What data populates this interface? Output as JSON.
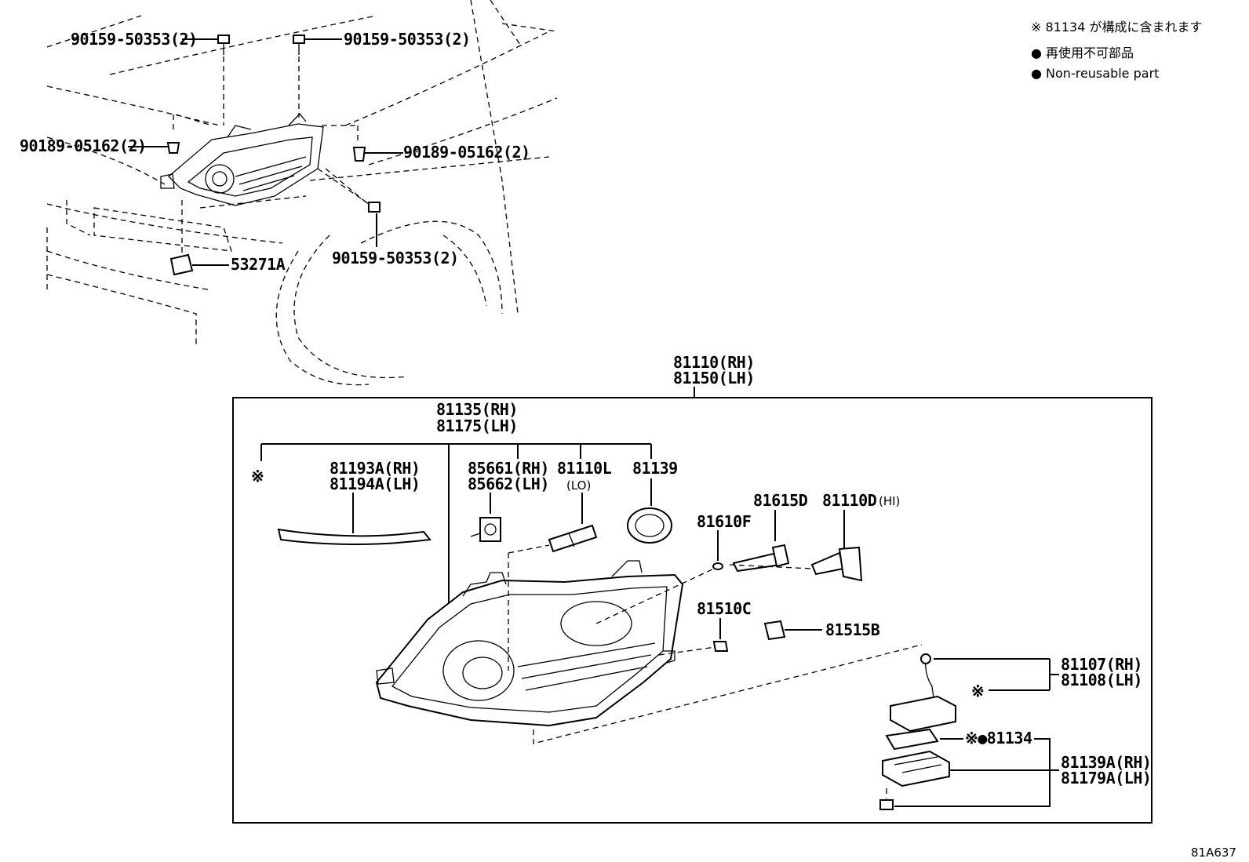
{
  "legend": {
    "note": "※ 81134 が構成に含まれます",
    "non_reusable_jp": "● 再使用不可部品",
    "non_reusable_en": "● Non-reusable part"
  },
  "vehicle_view": {
    "bolt_top_left": "90159-50353(2)",
    "bolt_top_right": "90159-50353(2)",
    "clip_left": "90189-05162(2)",
    "clip_right": "90189-05162(2)",
    "bolt_lower": "90159-50353(2)",
    "retainer": "53271A"
  },
  "assembly": {
    "headlamp_rh": "81110(RH)",
    "headlamp_lh": "81150(LH)",
    "housing_rh": "81135(RH)",
    "housing_lh": "81175(LH)",
    "note_mark": "※",
    "trim_rh": "81193A(RH)",
    "trim_lh": "81194A(LH)",
    "socket_rh": "85661(RH)",
    "socket_lh": "85662(LH)",
    "bulb_lo": "81110L",
    "bulb_lo_note": "(LO)",
    "cap": "81139",
    "bulb_d": "81615D",
    "bulb_hi": "81110D",
    "bulb_hi_note": "(HI)",
    "bulb_f": "81610F",
    "bulb_c": "81510C",
    "socket_b": "81515B",
    "computer_rh": "81107(RH)",
    "computer_lh": "81108(LH)",
    "computer_mark": "※",
    "gasket": "※●81134",
    "bracket_rh": "81139A(RH)",
    "bracket_lh": "81179A(LH)"
  },
  "figure_id": "81A637"
}
